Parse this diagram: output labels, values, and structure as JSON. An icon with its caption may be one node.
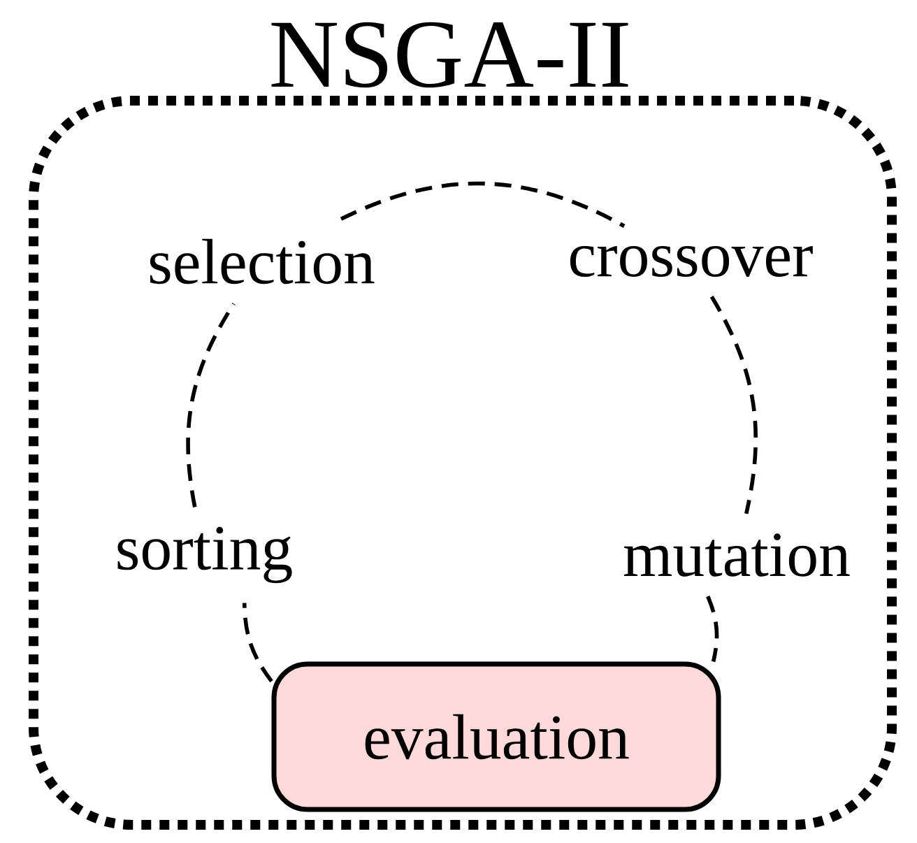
{
  "diagram": {
    "nodes": [
      {
        "text": [
          "NSGA-II"
        ]
      },
      {
        "text": [
          "selection"
        ],
        "in": 0
      },
      {
        "text": [
          "crossover"
        ],
        "in": 0
      },
      {
        "text": [
          "mutation"
        ],
        "in": 0
      },
      {
        "text": [
          "evaluation"
        ],
        "in": 0
      },
      {
        "text": [
          "sorting"
        ],
        "in": 0
      }
    ],
    "edges": [
      {
        "from": 1,
        "to": 2,
        "arrow": "none",
        "style": "dashed"
      },
      {
        "from": 2,
        "to": 3,
        "arrow": "none",
        "style": "dashed"
      },
      {
        "from": 3,
        "to": 4,
        "arrow": "none",
        "style": "dashed"
      },
      {
        "from": 4,
        "to": 5,
        "arrow": "none",
        "style": "dashed"
      },
      {
        "from": 5,
        "to": 1,
        "arrow": "none",
        "style": "dashed"
      }
    ]
  }
}
